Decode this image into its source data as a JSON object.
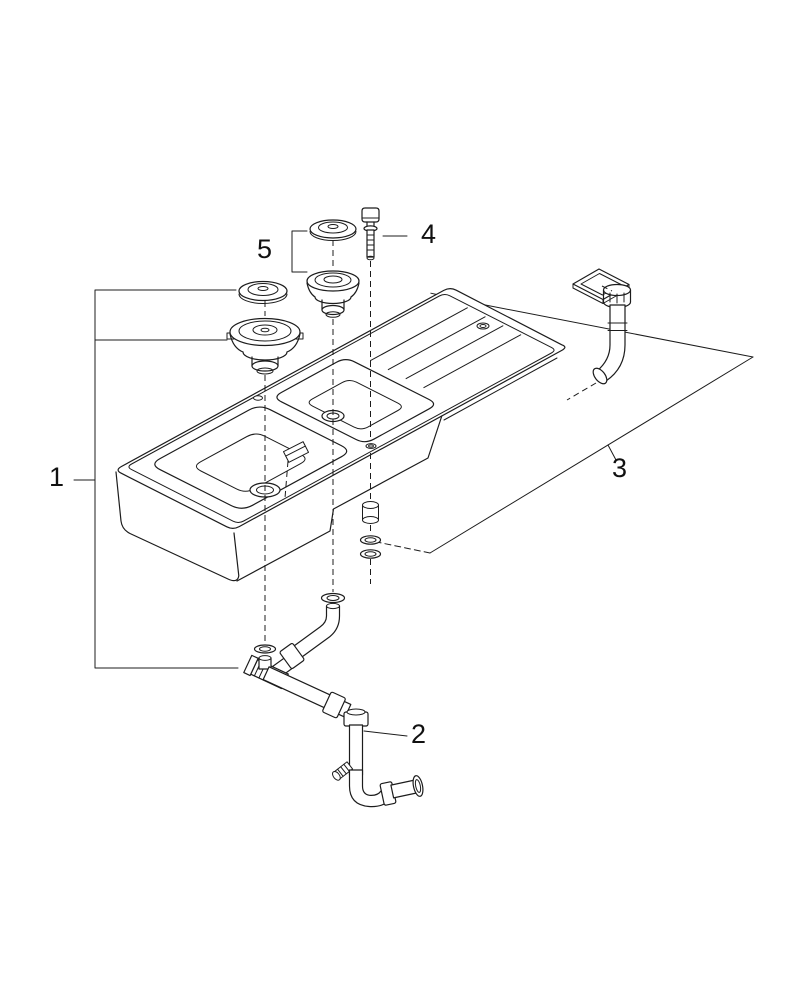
{
  "diagram": {
    "type": "exploded-parts-diagram",
    "background": "#ffffff",
    "line_color": "#1c1c1c",
    "callouts": [
      {
        "number": "1"
      },
      {
        "number": "2"
      },
      {
        "number": "3"
      },
      {
        "number": "4"
      },
      {
        "number": "5"
      }
    ]
  }
}
